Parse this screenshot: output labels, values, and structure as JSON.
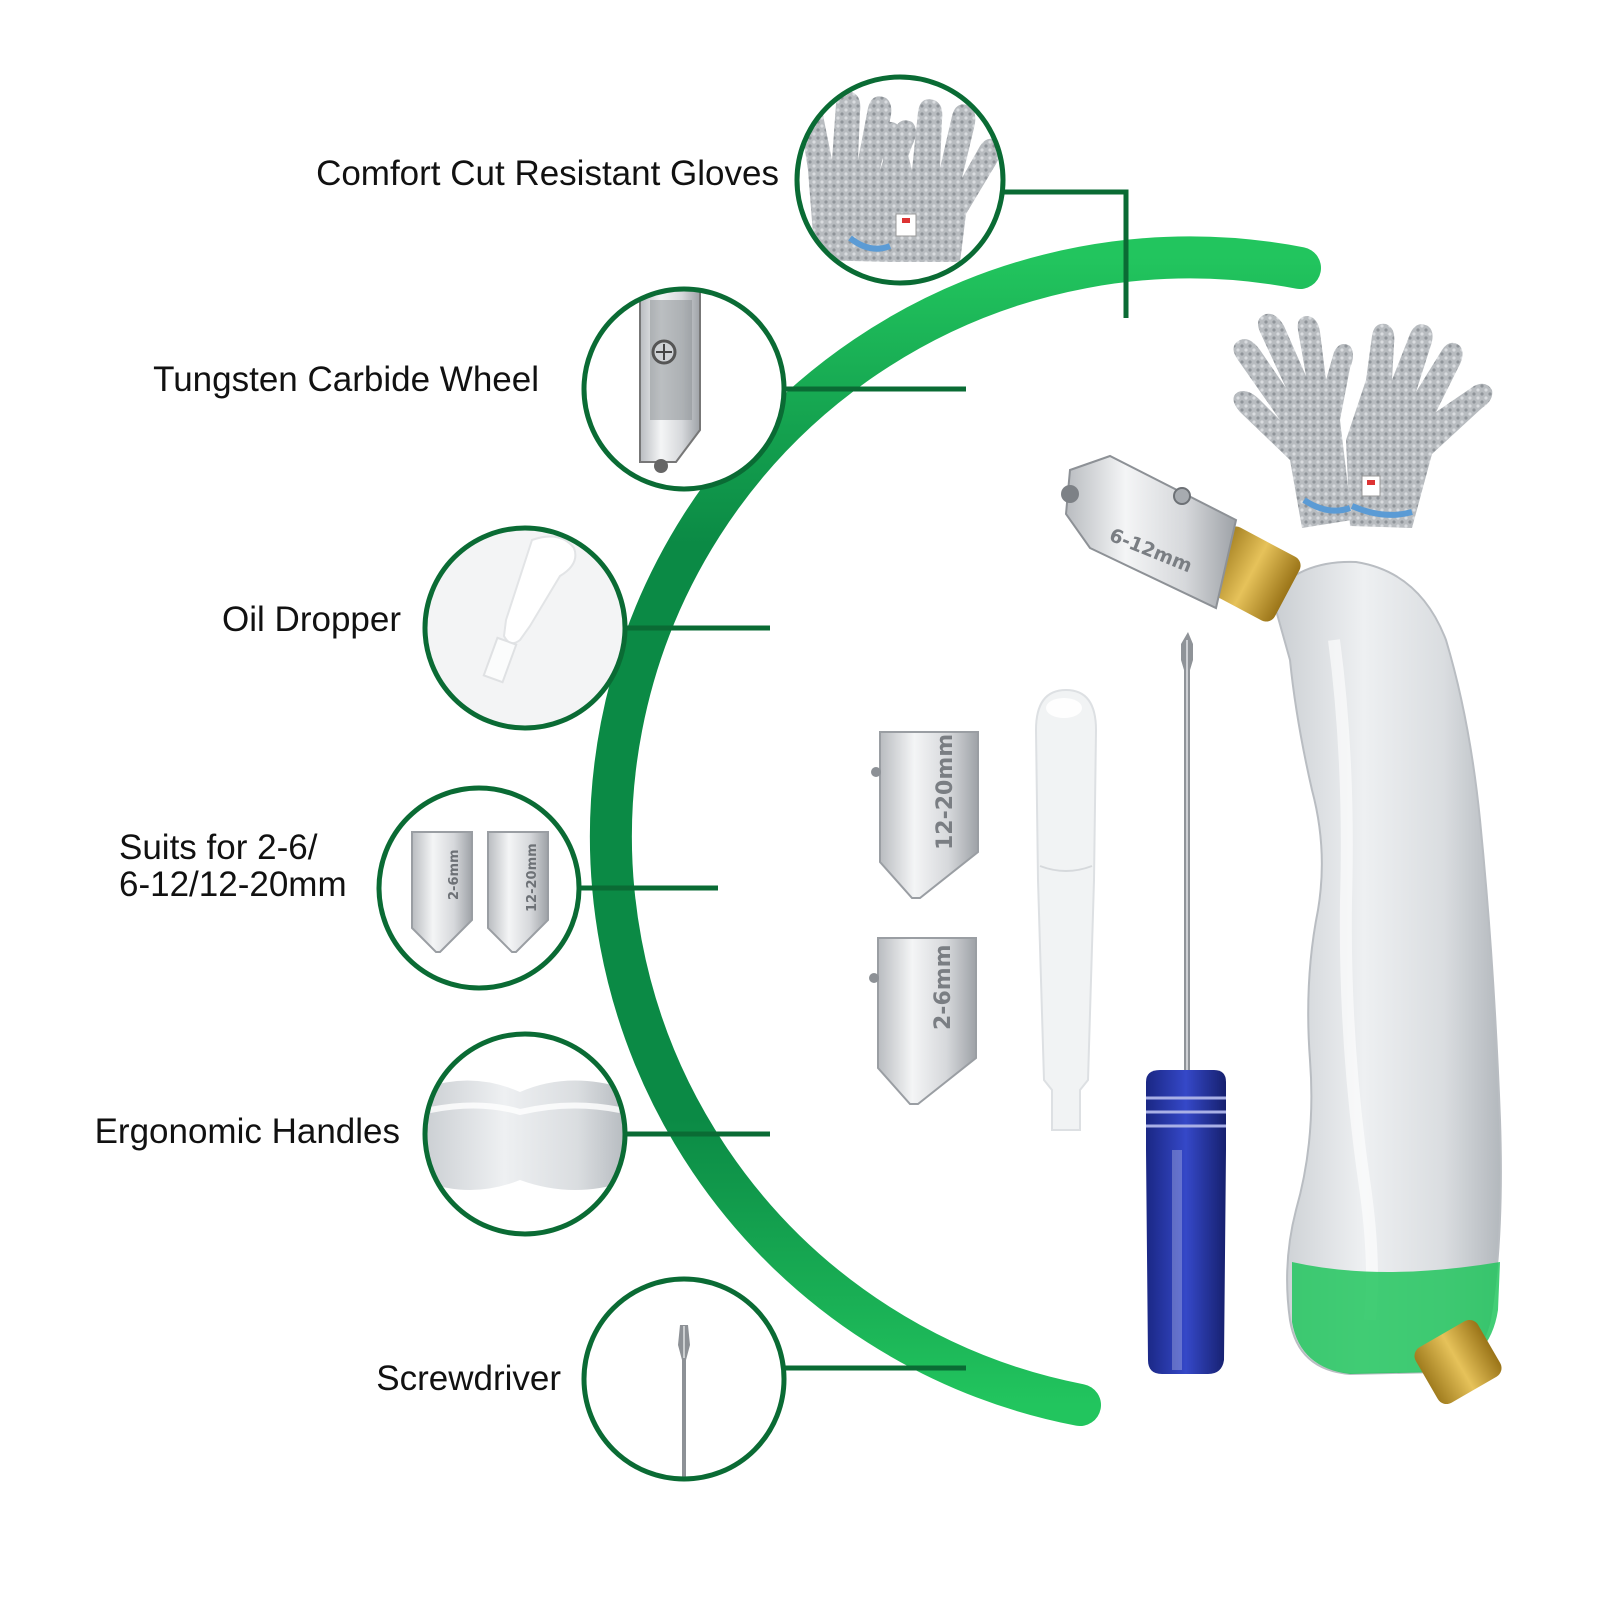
{
  "colors": {
    "brand_green": "#0b8a45",
    "bright_green": "#22c55e",
    "dark_green": "#0a6b34",
    "driver_blue": "#1f2f9c",
    "brass": "#c9a13a"
  },
  "features": [
    {
      "id": "gloves",
      "label": "Comfort Cut Resistant Gloves",
      "icon": "gloves-icon"
    },
    {
      "id": "wheel",
      "label": "Tungsten Carbide Wheel",
      "icon": "carbide-wheel-icon"
    },
    {
      "id": "dropper",
      "label": "Oil Dropper",
      "icon": "oil-dropper-icon"
    },
    {
      "id": "blades",
      "label_line1": "Suits for 2-6/",
      "label_line2": "6-12/12-20mm",
      "icon": "cutting-heads-icon"
    },
    {
      "id": "handles",
      "label": "Ergonomic Handles",
      "icon": "handle-icon"
    },
    {
      "id": "screwdriver",
      "label": "Screwdriver",
      "icon": "screwdriver-icon"
    }
  ],
  "product": {
    "cutter_head_mark": "6-12mm",
    "blade_a_mark": "12-20mm",
    "blade_b_mark": "2-6mm",
    "thumb_blade_small": "2-6mm",
    "thumb_blade_large": "12-20mm"
  }
}
